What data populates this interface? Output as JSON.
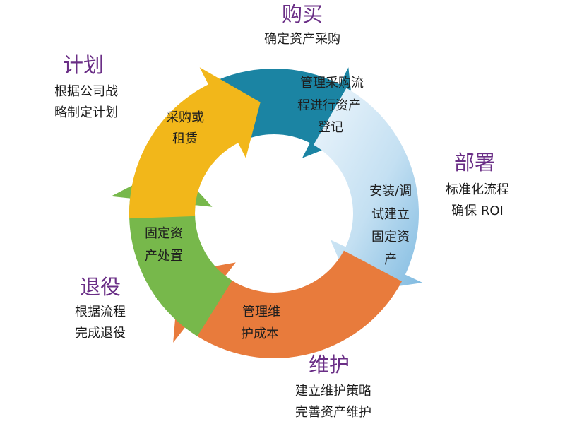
{
  "colors": {
    "plan": "#f2b71a",
    "buy": "#1b84a3",
    "deploy": "#b9d9ee",
    "maintain": "#e87b3c",
    "retire": "#77b84b",
    "title": "#6a2e86"
  },
  "stages": {
    "buy": {
      "title": "购买",
      "sub": [
        "确定资产采购"
      ]
    },
    "plan": {
      "title": "计划",
      "sub": [
        "根据公司战",
        "略制定计划"
      ]
    },
    "deploy": {
      "title": "部署",
      "sub": [
        "标准化流程",
        "确保 ROI"
      ]
    },
    "retire": {
      "title": "退役",
      "sub": [
        "根据流程",
        "完成退役"
      ]
    },
    "maintain": {
      "title": "维护",
      "sub": [
        "建立维护策略",
        "完善资产维护"
      ]
    }
  },
  "segments": {
    "plan": [
      "采购或",
      "租赁"
    ],
    "buy": [
      "管理采购流",
      "程进行资产",
      "登记"
    ],
    "deploy": [
      "安装/调",
      "试建立",
      "固定资",
      "产"
    ],
    "maintain": [
      "管理维",
      "护成本"
    ],
    "retire": [
      "固定资",
      "产处置"
    ]
  }
}
